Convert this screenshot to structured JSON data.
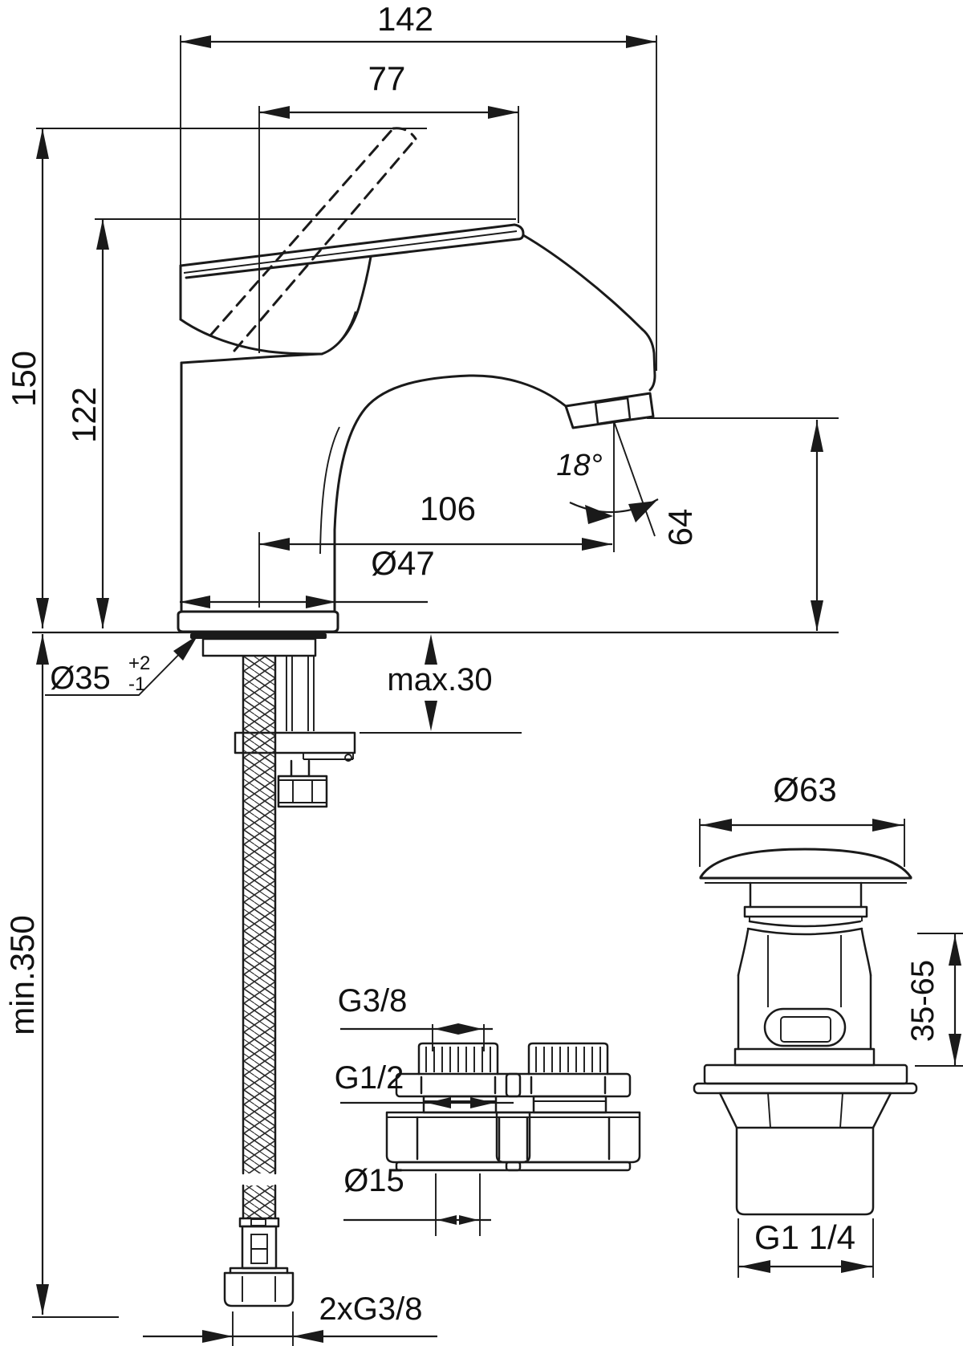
{
  "drawing": {
    "labels": {
      "overall_width": "142",
      "lever_reach": "77",
      "overall_height": "150",
      "body_height": "122",
      "spout_reach": "106",
      "spout_angle": "18°",
      "outlet_height": "64",
      "base_diameter": "Ø47",
      "hole_diameter": "Ø35",
      "hole_tol_upper": "+2",
      "hole_tol_lower": "-1",
      "deck_thickness": "max.30",
      "hose_clearance": "min.350",
      "fitting_thread_top": "G3/8",
      "fitting_thread_mid": "G1/2",
      "fitting_pipe_diameter": "Ø15",
      "hose_connections": "2xG3/8",
      "waste_cap_diameter": "Ø63",
      "waste_clamp_range": "35-65",
      "waste_thread": "G1 1/4"
    }
  }
}
